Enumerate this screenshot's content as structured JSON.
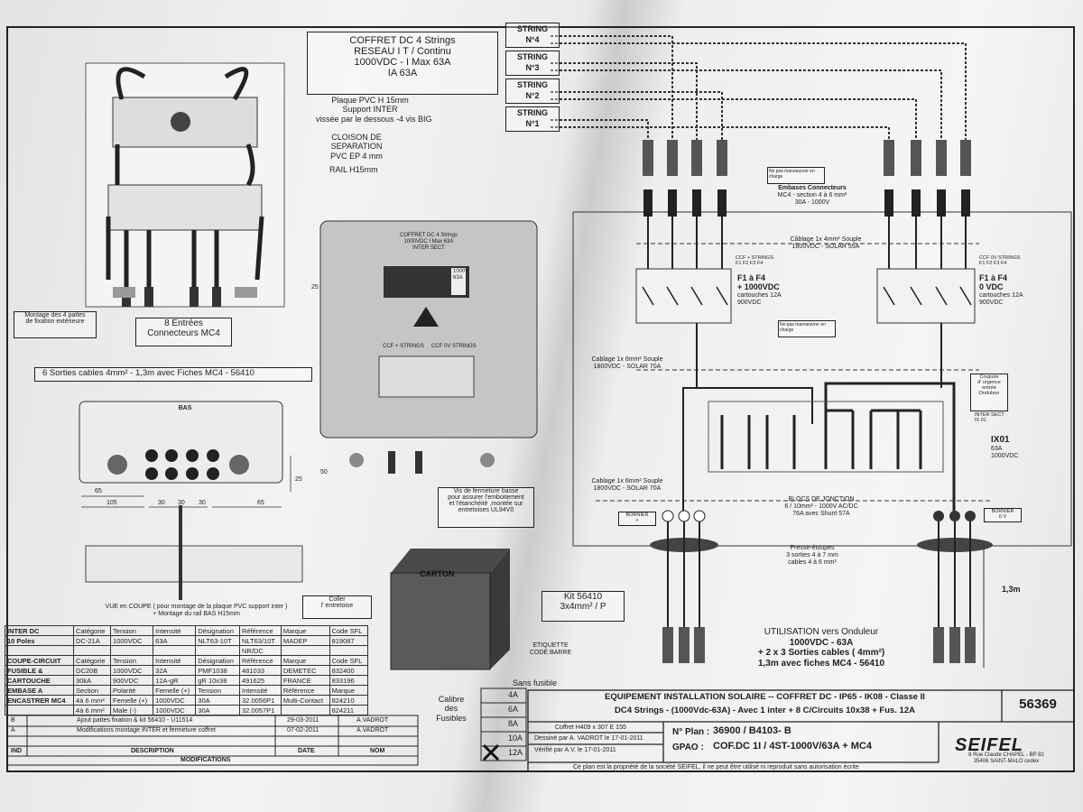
{
  "title_box": {
    "line1": "COFFRET DC 4 Strings",
    "line2": "RESEAU I T / Continu",
    "line3": "1000VDC  - I Max  63A",
    "line4": "IA 63A"
  },
  "notes": {
    "plaque": "Plaque  PVC H 15mm",
    "support": "Support INTER",
    "visse": "vissée par le dessous -4 vis BIG",
    "cloison1": "CLOISON DE",
    "cloison2": "SEPARATION",
    "cloison3": "PVC EP 4 mm",
    "rail": "RAIL  H15mm",
    "montage1": "Montage des 4 pattes",
    "montage2": "de fixation extérieure",
    "entrees1": "8  Entrées",
    "entrees2": "Connecteurs MC4",
    "sorties": "6  Sorties  cables  4mm² - 1,3m  avec Fiches MC4 -   56410",
    "bas": "BAS",
    "vis1": "Vis de fermeture basse",
    "vis2": "pour assurer l'emboitement",
    "vis3": "et l'étanchéité  ,montée sur",
    "vis4": "entretoises UL94V0",
    "vue1": "VUE en  COUPE  ( pour montage de la plaque PVC support inter  )",
    "vue2": "+ Montage du rail   BAS    H15mm",
    "coller1": "Coller",
    "coller2": "l' entretoise",
    "carton": "CARTON",
    "kit1": "Kit 56410",
    "kit2": "3x4mm² / P",
    "etiquette1": "ETIQUETTE",
    "etiquette2": "CODE BARRE",
    "calibre1": "Calibre",
    "calibre2": "des",
    "calibre3": "Fusibles",
    "sans_fusible": "Sans fusible",
    "dim_65a": "65",
    "dim_105": "105",
    "dim_30a": "30",
    "dim_30b": "30",
    "dim_30c": "30",
    "dim_65b": "65",
    "dim_25a": "25",
    "dim_50": "50",
    "dim_25b": "25"
  },
  "fuse_calibres": [
    "4A",
    "6A",
    "8A",
    "10A",
    "12A"
  ],
  "strings": [
    "STRING\nN°4",
    "STRING\nN°3",
    "STRING\nN°2",
    "STRING\nN°1"
  ],
  "schema": {
    "embases1": "Embases Connecteurs",
    "embases2": "MC4 - section  4 à 6 mm²",
    "embases3": "30A - 1000V",
    "cablage55_1": "Câblage 1x 4mm² Souple",
    "cablage55_2": "1800VDC - SOLAR 55A",
    "f_left_1": "F1 à F4",
    "f_left_2": "+ 1000VDC",
    "f_left_3": "cartouches  12A",
    "f_left_4": "900VDC",
    "f_right_1": "F1 à F4",
    "f_right_2": "0 VDC",
    "f_right_3": "cartouches  12A",
    "f_right_4": "900VDC",
    "ccf_strings": "CCF + STRINGS",
    "ccf_strings_neg": "CCF 0V  STRINGS",
    "ccf_f": "F1  F2  F3  F4",
    "cablage70a_1": "Cablage 1x 6mm² Souple",
    "cablage70a_2": "1800VDC - SOLAR 70A",
    "cablage70b_1": "Cablage 1x 6mm² Souple",
    "cablage70b_2": "1800VDC - SOLAR 70A",
    "coupure1": "Coupure",
    "coupure2": "d' urgence",
    "coupure3": "entrée",
    "coupure4": "Onduleur",
    "inter_sect": "INTER SECT",
    "ix01_small": "IX 01",
    "ix01": "IX01",
    "ix01_a": "63A",
    "ix01_v": "1000VDC",
    "blocs1": "BLOCS DE  JONCTION",
    "blocs2": "6 / 10mm² - 1000V AC/DC",
    "blocs3": "76A avec  Shunt  57A",
    "bornier_pos": "BORNIER",
    "bornier_pos2": "+",
    "bornier_neg": "BORNIER",
    "bornier_neg2": "0 V",
    "presse1": "Presse-étoupes",
    "presse2": "3 sorties 4 à 7 mm",
    "presse3": "cables 4 à 6 mm²",
    "longueur": "1,3m",
    "warn": "Ne pas manoeuvrer en charge",
    "util1": "UTILISATION  vers Onduleur",
    "util2": "1000VDC - 63A",
    "util3": "+ 2 x 3 Sorties  cables ( 4mm²)",
    "util4": "1,3m avec fiches MC4  - 56410"
  },
  "box_label": {
    "l1": "COFFRET DC 4 Strings",
    "l2": "1000VDC  I Max  63A",
    "l3": "INTER SECT",
    "l4": "1000V",
    "l5": "63A",
    "l6": "CCF + STRINGS",
    "l7": "CCF 0V  STRINGS"
  },
  "bom": {
    "rows": [
      [
        "INTER DC",
        "Catégorie",
        "Tension",
        "Intensité",
        "Désignation",
        "Référence",
        "Marque",
        "Code SFL"
      ],
      [
        "10 Poles",
        "DC-21A",
        "1000VDC",
        "63A",
        "NLT63-10T",
        "NLT63/10T",
        "MADEP",
        "819087"
      ],
      [
        "",
        "",
        "",
        "",
        "",
        "NR/DC",
        "",
        ""
      ],
      [
        "COUPE-CIRCUIT",
        "Catégorie",
        "Tension",
        "Intensité",
        "Désignation",
        "Référence",
        "Marque",
        "Code SFL"
      ],
      [
        "FUSIBLE &",
        "DC20B",
        "1000VDC",
        "32A",
        "PMF1038",
        "481033",
        "DEMETEC",
        "832400"
      ],
      [
        "CARTOUCHE",
        "30kA",
        "900VDC",
        "12A-gR",
        "gR 10x38",
        "491625",
        "FRANCE",
        "833196"
      ],
      [
        "EMBASE  A",
        "Section",
        "Polarité",
        "Femelle (+)",
        "Tension",
        "Intensité",
        "Référence",
        "Marque"
      ],
      [
        "ENCASTRER MC4",
        "4à 6  mm²",
        "Femelle (+)",
        "1000VDC",
        "30A",
        "32.0056P1",
        "Multi-Contact",
        "824210"
      ],
      [
        "",
        "4à 6  mm²",
        "Male    (-)",
        "1000VDC",
        "30A",
        "32.0057P1",
        "",
        "824211"
      ]
    ]
  },
  "revisions": [
    {
      "ind": "B",
      "desc": "Ajout pattes fixation & kit 56410 - U11514",
      "date": "29-03-2011",
      "nom": "A.VADROT"
    },
    {
      "ind": "A",
      "desc": "Modifications montage INTER et fermeture coffret",
      "date": "07-02-2011",
      "nom": "A.VADROT"
    }
  ],
  "rev_headers": {
    "ind": "IND",
    "desc": "DESCRIPTION",
    "date": "DATE",
    "nom": "NOM",
    "mods": "MODIFICATIONS"
  },
  "title_block": {
    "line1": "EQUIPEMENT  INSTALLATION SOLAIRE --  COFFRET DC - IP65 - IK08 - Classe II",
    "line2": "DC4 Strings - (1000Vdc-63A) - Avec  1 inter  + 8 C/Circuits 10x38 + Fus. 12A",
    "number": "56369",
    "coffret": "Coffret H409 x 307 E 155",
    "dessine": "Dessiné  par   A. VADROT     le 17-01-2011",
    "verifie": "Vérifié  par    A.V.             le  17-01-2011",
    "plan_label": "N° Plan :",
    "plan": "36900 / B4103- B",
    "gpao_label": "GPAO :",
    "gpao": "COF.DC 1I / 4ST-1000V/63A + MC4",
    "logo": "SEIFEL",
    "address1": "8  Rue  Claude  CHAPEL - BP 82",
    "address2": "35406 SAINT-MALO cedex",
    "footer": "Ce plan est la propriété de la société SEIFEL, il ne peut être utilisé ni reproduit sans autorisation écrite"
  }
}
